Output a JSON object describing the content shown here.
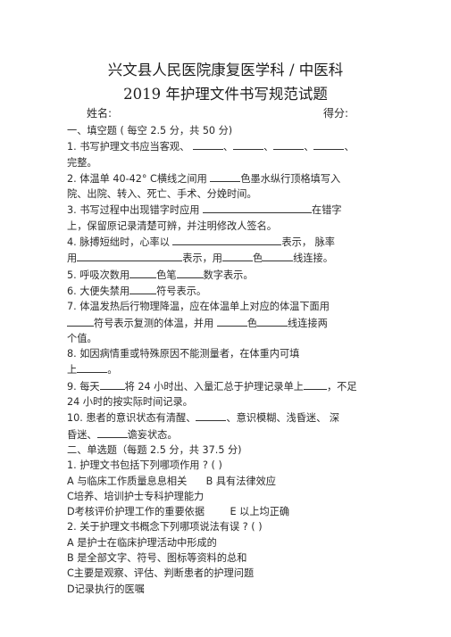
{
  "header": {
    "title_line1": "兴文县人民医院康复医学科    / 中医科",
    "title_line2": "2019 年护理文件书写规范试题",
    "name_label": "姓名:",
    "score_label": "得分:"
  },
  "section1": {
    "heading": "一、填空题 ( 每空  2.5  分，共  50  分)",
    "q1_a": "1. 书写护理文书应当客观、",
    "q1_sep": "、",
    "q1_b": "完整。",
    "q2_a": "2. 体温单  40-42°  C横线之间用",
    "q2_b": "色墨水纵行顶格填写入",
    "q2_c": "院、出院、转入、死亡、手术、分娩时间。",
    "q3_a": "3. 书写过程中出现错字时应用",
    "q3_b": "在错字",
    "q3_c": "上，保留原记录清楚可辨，并注明修改人签名。",
    "q4_a": "4. 脉搏短绌时，心率以",
    "q4_b": "表示，    脉率",
    "q4_c": "用",
    "q4_d": "表示，用",
    "q4_e": "色",
    "q4_f": "线连接。",
    "q5_a": "5. 呼吸次数用",
    "q5_b": "色笔",
    "q5_c": "数字表示。",
    "q6_a": "6. 大便失禁用",
    "q6_b": "符号表示。",
    "q7_a": "7. 体温发热后行物理降温，应在体温单上对应的体温下面用",
    "q7_b": "符号表示复测的体温，并用",
    "q7_c": "色",
    "q7_d": "线连接两",
    "q7_e": "个值。",
    "q8_a": "8. 如因病情重或特殊原因不能测量者，在体重内可填",
    "q8_b": "上",
    "q8_c": "。",
    "q9_a": "9. 每天",
    "q9_b": "将  24  小时出、入量汇总于护理记录单上",
    "q9_c": "，不足",
    "q9_d": "24 小时的按实际时间记录。",
    "q10_a": "10. 患者的意识状态有清醒、",
    "q10_b": "、意识模糊、浅昏迷、    深",
    "q10_c": "昏迷、",
    "q10_d": "谵妄状态。"
  },
  "section2": {
    "heading": "二、单选题（每题    2.5  分，共  37.5  分)",
    "q1": "1. 护理文书包括下列哪项作用     ? (   )",
    "q1_optA": "A 与临床工作质量息息相关",
    "q1_optB": "B    具有法律效应",
    "q1_optC": "C培养、培训护士专科护理能力",
    "q1_optD": "D考核评价护理工作的重要依据",
    "q1_optE": "E    以上均正确",
    "q2": "2. 关于护理文书概念下列哪项说法有误       ? (  )",
    "q2_optA": "A 是护士在临床护理活动中形成的",
    "q2_optB": "B 是全部文字、符号、图标等资料的总和",
    "q2_optC": "C主要是观察、评估、判断患者的护理问题",
    "q2_optD": "D记录执行的医嘱"
  }
}
